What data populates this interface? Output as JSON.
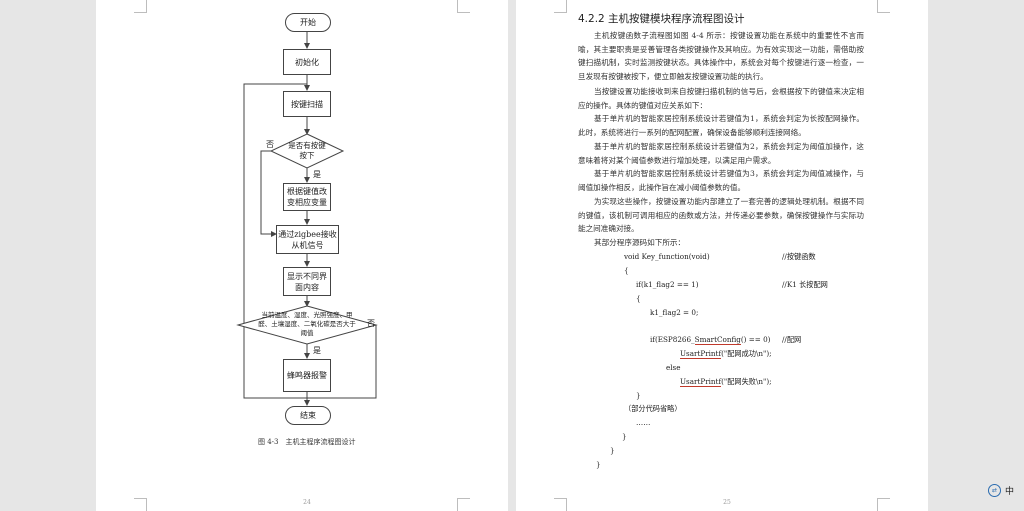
{
  "left_page": {
    "flowchart": {
      "start": "开始",
      "init": "初始化",
      "scan": "按键扫描",
      "decision_key": "是否有按键按下",
      "no1": "否",
      "yes1": "是",
      "change_vars": "根据键值改变相应变量",
      "zigbee": "通过zigbee接收从机信号",
      "display": "显示不同界面内容",
      "decision_threshold": "当前温度、湿度、光照强度、甲醛、土壤湿度、二氧化碳是否大于阈值",
      "no2": "否",
      "yes2": "是",
      "buzzer": "蜂鸣器报警",
      "end": "结束"
    },
    "caption": "图 4-3　主机主程序流程图设计",
    "page_number": "24"
  },
  "right_page": {
    "heading": "4.2.2  主机按键模块程序流程图设计",
    "paragraphs": [
      "主机按键函数子流程图如图 4-4 所示：按键设置功能在系统中的重要性不言而喻，其主要职责是妥善管理各类按键操作及其响应。为有效实现这一功能，需借助按键扫描机制，实时监测按键状态。具体操作中，系统会对每个按键进行逐一检查，一旦发现有按键被按下，便立即触发按键设置功能的执行。",
      "当按键设置功能接收到来自按键扫描机制的信号后，会根据按下的键值来决定相应的操作。具体的键值对应关系如下：",
      "基于单片机的智能家居控制系统设计若键值为1，系统会判定为长按配网操作。此时，系统将进行一系列的配网配置，确保设备能够顺利连接网络。",
      "基于单片机的智能家居控制系统设计若键值为2，系统会判定为阈值加操作，这意味着将对某个阈值参数进行增加处理，以满足用户需求。",
      "基于单片机的智能家居控制系统设计若键值为3，系统会判定为阈值减操作，与阈值加操作相反，此操作旨在减小阈值参数的值。",
      "为实现这些操作，按键设置功能内部建立了一套完善的逻辑处理机制。根据不同的键值，该机制可调用相应的函数或方法，并传递必要参数，确保按键操作与实际功能之间准确对接。",
      "其部分程序源码如下所示："
    ],
    "code": {
      "l1": "void Key_function(void)",
      "c1": "//按键函数",
      "l2": "{",
      "l3": "if(k1_flag2 == 1)",
      "c3": "//K1 长按配网",
      "l4": "{",
      "l5": "k1_flag2 = 0;",
      "l6a": "if(ESP8266_",
      "l6b": "SmartConfig",
      "l6c": "() == 0)",
      "c6": "//配网",
      "l7a": "UsartPrintf",
      "l7b": "(\"配网成功\\n\");",
      "l8": "else",
      "l9a": "UsartPrintf",
      "l9b": "(\"配网失败\\n\");",
      "l10": "}",
      "l11": "（部分代码省略）",
      "l12": "……",
      "l13": "}",
      "l14": "}",
      "l15": "}"
    },
    "page_number": "25"
  },
  "badge": {
    "icon": "ime-icon",
    "label": "中"
  }
}
